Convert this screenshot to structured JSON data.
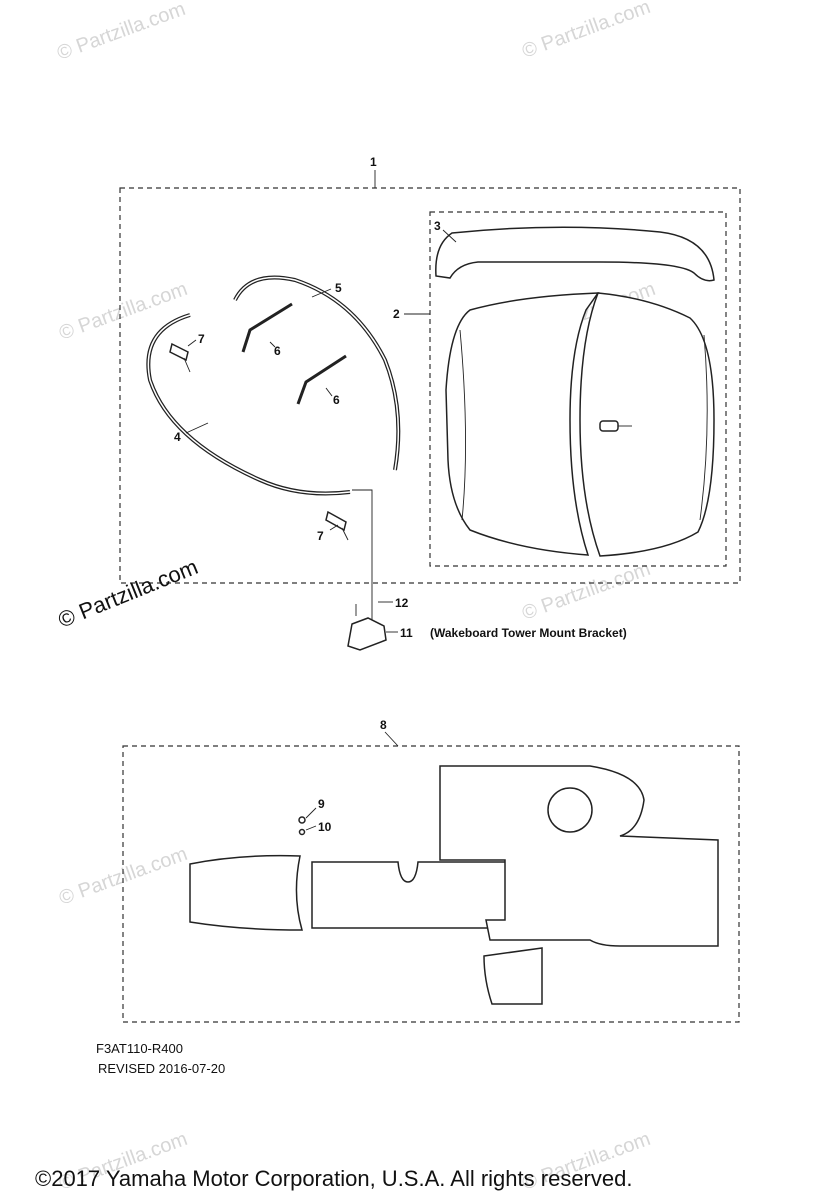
{
  "watermarks": {
    "repeat_text": "© Partzilla.com",
    "main_text": "© Partzilla.com"
  },
  "callouts": {
    "c1": "1",
    "c2": "2",
    "c3": "3",
    "c4": "4",
    "c5": "5",
    "c6a": "6",
    "c6b": "6",
    "c7a": "7",
    "c7b": "7",
    "c8": "8",
    "c9": "9",
    "c10": "10",
    "c11": "11",
    "c12": "12"
  },
  "notes": {
    "mount_bracket": "(Wakeboard Tower Mount Bracket)"
  },
  "footer": {
    "diagram_code": "F3AT110-R400",
    "revised": "REVISED 2016-07-20",
    "copyright": "©2017  Yamaha Motor Corporation, U.S.A. All rights reserved."
  }
}
